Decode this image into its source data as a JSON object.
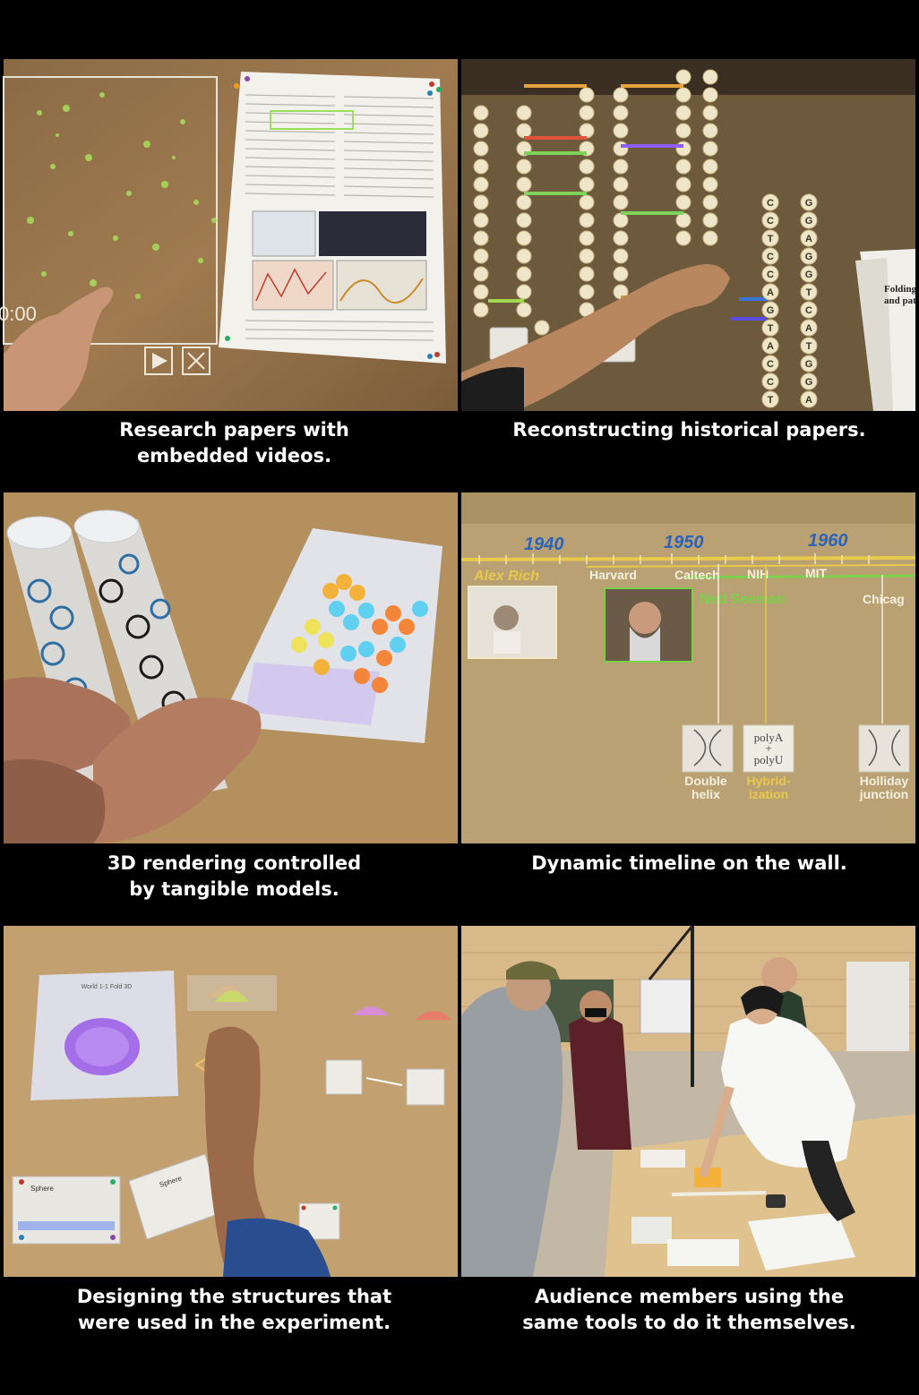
{
  "panels": [
    {
      "id": "papers-videos",
      "caption_lines": [
        "Research papers with",
        "embedded videos."
      ],
      "overlay": {
        "time": "0:00"
      }
    },
    {
      "id": "historical-papers",
      "caption_lines": [
        "Reconstructing historical papers."
      ],
      "overlay": {
        "strand_1": [
          "C",
          "C",
          "T",
          "C",
          "C",
          "A",
          "G",
          "T",
          "A",
          "C",
          "C",
          "T"
        ],
        "strand_2": [
          "G",
          "G",
          "A",
          "G",
          "G",
          "T",
          "C",
          "A",
          "T",
          "G",
          "G",
          "A"
        ],
        "booklet_title_lines": [
          "Folding",
          "and pat"
        ]
      }
    },
    {
      "id": "tangible-models",
      "caption_lines": [
        "3D rendering controlled",
        "by tangible models."
      ]
    },
    {
      "id": "timeline-wall",
      "caption_lines": [
        "Dynamic timeline on the wall."
      ],
      "overlay": {
        "years": [
          "1940",
          "1950",
          "1960"
        ],
        "institutions": [
          "Harvard",
          "Caltech",
          "NIH",
          "MIT",
          "Chicag"
        ],
        "names": [
          "Alex Rich",
          "Ned Seeman"
        ],
        "concepts": [
          {
            "lines": [
              "Double",
              "helix"
            ]
          },
          {
            "lines": [
              "Hybrid-",
              "ization"
            ]
          },
          {
            "lines": [
              "Holliday",
              "junction"
            ]
          }
        ],
        "card_polyA": [
          "polyA",
          "+",
          "polyU"
        ]
      }
    },
    {
      "id": "designing-structures",
      "caption_lines": [
        "Designing the structures that",
        "were used in the experiment."
      ],
      "overlay": {
        "sheet_title": "World 1-1 Fold 3D",
        "card_titles": [
          "Sphere",
          "Sphere"
        ]
      }
    },
    {
      "id": "audience-members",
      "caption_lines": [
        "Audience members using the",
        "same tools to do it themselves."
      ]
    }
  ],
  "colors": {
    "background": "#000000",
    "caption_text": "#ffffff",
    "table_wood": "#b48a55",
    "wall_tan": "#b9a173",
    "timeline_yellow": "#e8c94a",
    "highlight_green": "#9be05a"
  }
}
